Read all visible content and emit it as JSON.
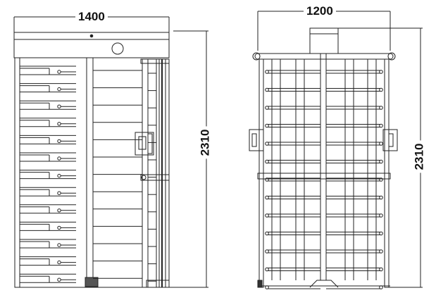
{
  "dimensions": {
    "front_width": "1400",
    "front_height": "2310",
    "side_width": "1200",
    "side_height": "2310"
  },
  "colors": {
    "line": "#222222",
    "text": "#111111",
    "background": "#ffffff"
  }
}
